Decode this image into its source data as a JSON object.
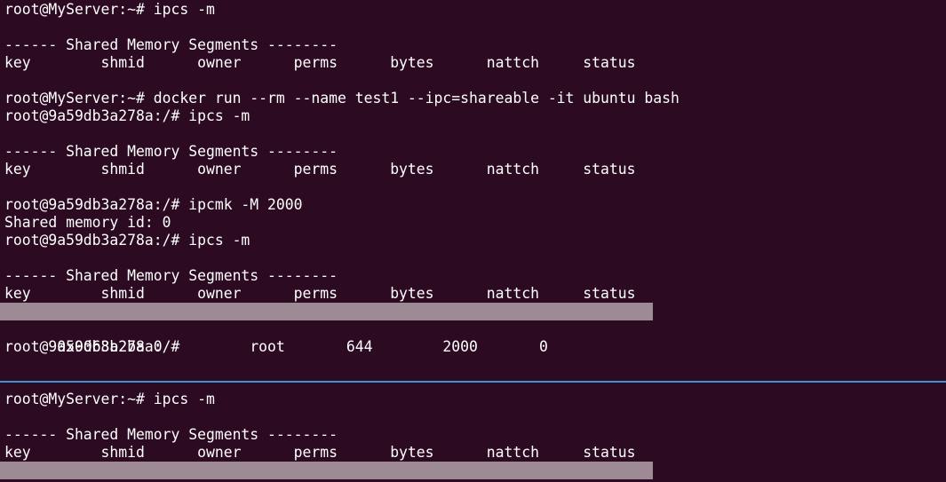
{
  "top_pane": {
    "lines": [
      "root@MyServer:~# ipcs -m",
      "",
      "------ Shared Memory Segments --------",
      "key        shmid      owner      perms      bytes      nattch     status",
      "",
      "root@MyServer:~# docker run --rm --name test1 --ipc=shareable -it ubuntu bash",
      "root@9a59db3a278a:/# ipcs -m",
      "",
      "------ Shared Memory Segments --------",
      "key        shmid      owner      perms      bytes      nattch     status",
      "",
      "root@9a59db3a278a:/# ipcmk -M 2000",
      "Shared memory id: 0",
      "root@9a59db3a278a:/# ipcs -m",
      "",
      "------ Shared Memory Segments --------",
      "key        shmid      owner      perms      bytes      nattch     status",
      "0x0068b2ba 0          root       644        2000       0",
      "",
      "root@9a59db3a278a:/#"
    ]
  },
  "bottom_pane": {
    "lines": [
      "root@MyServer:~# ipcs -m",
      "",
      "------ Shared Memory Segments --------",
      "key        shmid      owner      perms      bytes      nattch     status",
      ""
    ]
  },
  "colors": {
    "background": "#2c0b22",
    "text": "#ffffff",
    "selection": "#9d8a94",
    "divider": "#3f8fd2"
  }
}
